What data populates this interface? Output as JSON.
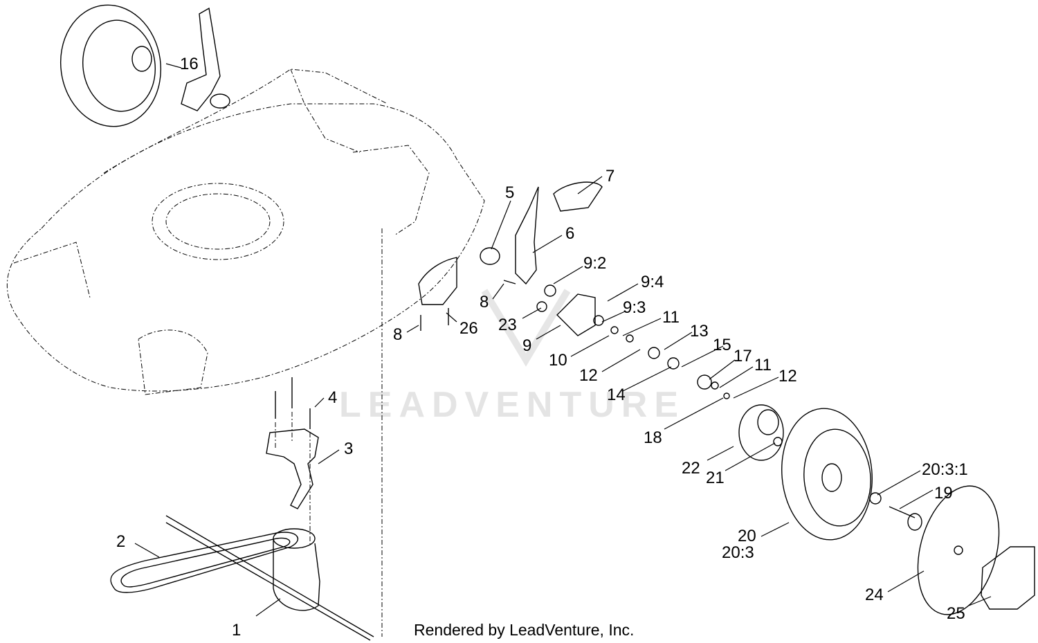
{
  "watermark": "LEADVENTURE",
  "credit": "Rendered by LeadVenture, Inc.",
  "callouts": {
    "c1": "1",
    "c2": "2",
    "c3": "3",
    "c4": "4",
    "c5": "5",
    "c6": "6",
    "c7": "7",
    "c8a": "8",
    "c8b": "8",
    "c9": "9",
    "c9_2": "9:2",
    "c9_3": "9:3",
    "c9_4": "9:4",
    "c10": "10",
    "c11a": "11",
    "c11b": "11",
    "c12a": "12",
    "c12b": "12",
    "c13": "13",
    "c14": "14",
    "c15": "15",
    "c16": "16",
    "c17": "17",
    "c18": "18",
    "c19": "19",
    "c20": "20",
    "c20_3": "20:3",
    "c20_3_1": "20:3:1",
    "c21": "21",
    "c22": "22",
    "c23": "23",
    "c24": "24",
    "c25": "25",
    "c26": "26"
  }
}
